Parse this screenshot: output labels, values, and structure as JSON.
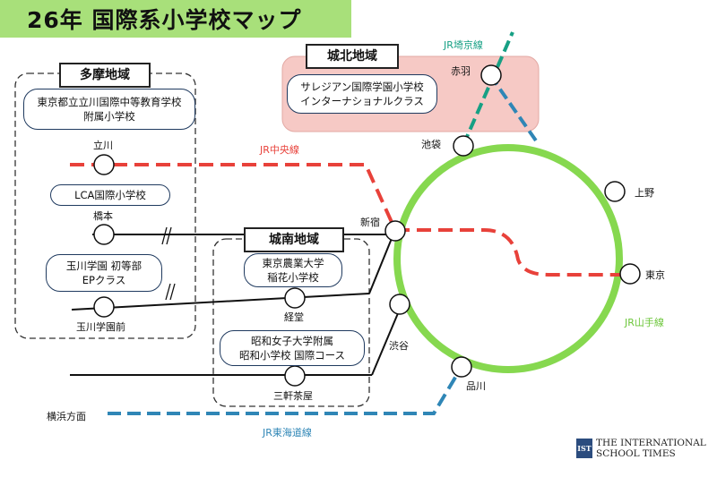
{
  "title": "26年 国際系小学校マップ",
  "regions": {
    "tama": "多摩地域",
    "johoku": "城北地域",
    "jonan": "城南地域"
  },
  "schools": {
    "tachikawa_line1": "東京都立立川国際中等教育学校",
    "tachikawa_line2": "附属小学校",
    "lca": "LCA国際小学校",
    "tamagawa_line1": "玉川学園 初等部",
    "tamagawa_line2": "EPクラス",
    "salesian_line1": "サレジアン国際学園小学校",
    "salesian_line2": "インターナショナルクラス",
    "tokyo_nodai_line1": "東京農業大学",
    "tokyo_nodai_line2": "稲花小学校",
    "showa_line1": "昭和女子大学附属",
    "showa_line2": "昭和小学校 国際コース"
  },
  "stations": {
    "tachikawa": "立川",
    "hashimoto": "橋本",
    "tamagawagakuenmae": "玉川学園前",
    "shinjuku": "新宿",
    "kyodo": "経堂",
    "sangenjaya": "三軒茶屋",
    "shibuya": "渋谷",
    "shinagawa": "品川",
    "tokyo": "東京",
    "ueno": "上野",
    "ikebukuro": "池袋",
    "akabane": "赤羽",
    "yokohama": "横浜方面"
  },
  "lines": {
    "chuo": "JR中央線",
    "saikyo": "JR埼京線",
    "yamanote": "JR山手線",
    "tokaido": "JR東海道線"
  },
  "logo": {
    "mark": "IST",
    "line1": "THE INTERNATIONAL",
    "line2": "SCHOOL TIMES"
  },
  "colors": {
    "chuo": "#e8413a",
    "yamanote": "#86d84f",
    "saikyo": "#16a084",
    "tokaido": "#2f86b6",
    "title_bg": "#a8e07a",
    "johoku_bg": "#f6c9c5"
  }
}
